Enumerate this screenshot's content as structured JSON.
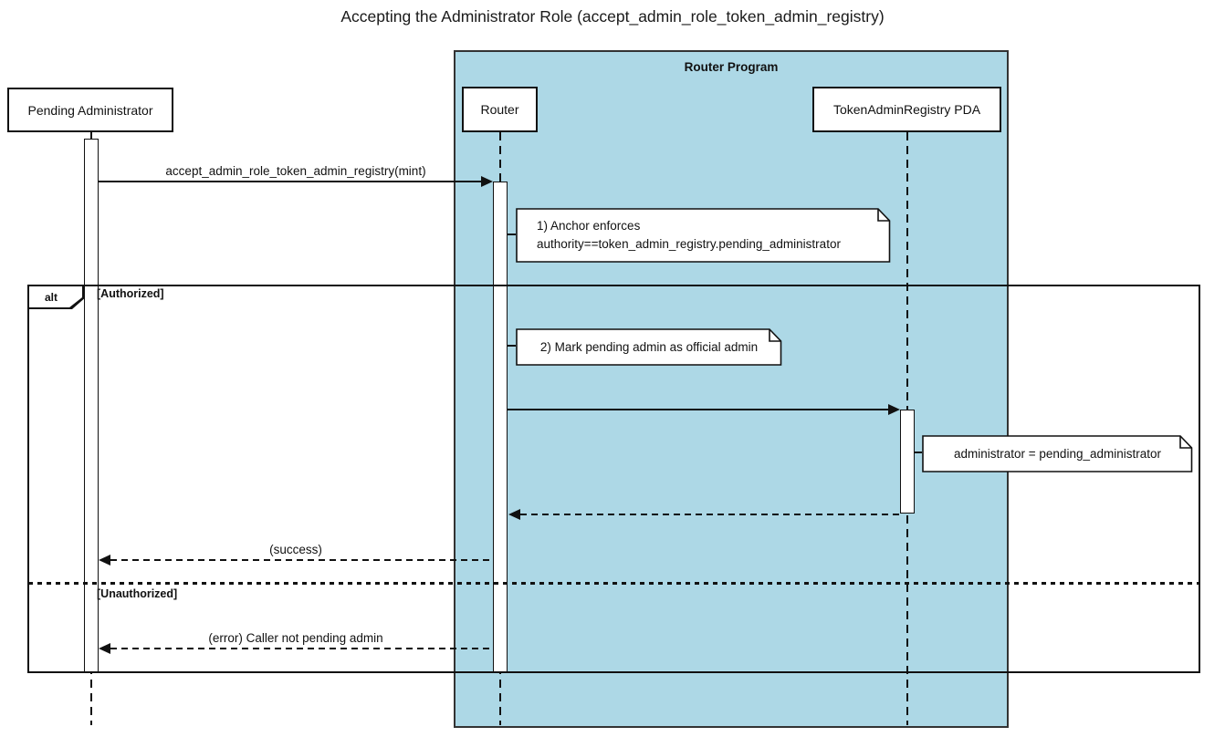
{
  "title": "Accepting the Administrator Role (accept_admin_role_token_admin_registry)",
  "container": {
    "label": "Router Program",
    "fill": "#ADD8E6"
  },
  "participants": {
    "pending_admin": {
      "label": "Pending Administrator"
    },
    "router": {
      "label": "Router"
    },
    "pda": {
      "label": "TokenAdminRegistry PDA"
    }
  },
  "messages": {
    "call": {
      "label": "accept_admin_role_token_admin_registry(mint)",
      "style": "solid",
      "from": "pending_admin",
      "to": "router"
    },
    "update": {
      "label": "",
      "style": "solid",
      "from": "router",
      "to": "pda"
    },
    "update_return": {
      "label": "",
      "style": "dashed",
      "from": "pda",
      "to": "router"
    },
    "success": {
      "label": "(success)",
      "style": "dashed",
      "from": "router",
      "to": "pending_admin"
    },
    "error": {
      "label": "(error) Caller not pending admin",
      "style": "dashed",
      "from": "router",
      "to": "pending_admin"
    }
  },
  "notes": {
    "anchor_enforces": {
      "line1": "1) Anchor enforces",
      "line2": "authority==token_admin_registry.pending_administrator"
    },
    "mark_admin": {
      "text": "2) Mark pending admin as official admin"
    },
    "set_admin": {
      "text": "administrator = pending_administrator"
    }
  },
  "alt_frame": {
    "operator": "alt",
    "guard_authorized": "[Authorized]",
    "guard_unauthorized": "[Unauthorized]"
  }
}
